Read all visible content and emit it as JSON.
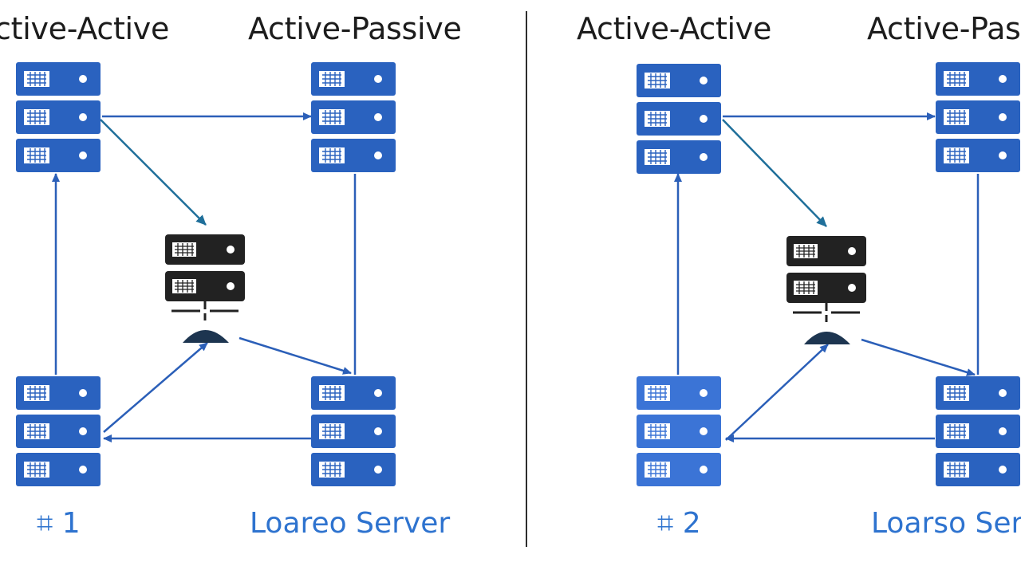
{
  "left_panel": {
    "title_left": "Active-Active",
    "title_right": "Active-Passive",
    "caption_left": "⌗ 1",
    "caption_right": "Loareo Server"
  },
  "right_panel": {
    "title_left": "Active-Active",
    "title_right": "Active-Passive",
    "caption_left": "⌗ 2",
    "caption_right": "Loarso Server"
  },
  "colors": {
    "server_blue": "#2a62bf",
    "server_dark": "#222222",
    "arrow_blue": "#2b5fb8",
    "arrow_teal": "#1f6f9a",
    "caption_blue": "#2e73cf"
  },
  "icons": {
    "server_rack": "server-rack-icon",
    "load_balancer": "load-balancer-icon"
  }
}
